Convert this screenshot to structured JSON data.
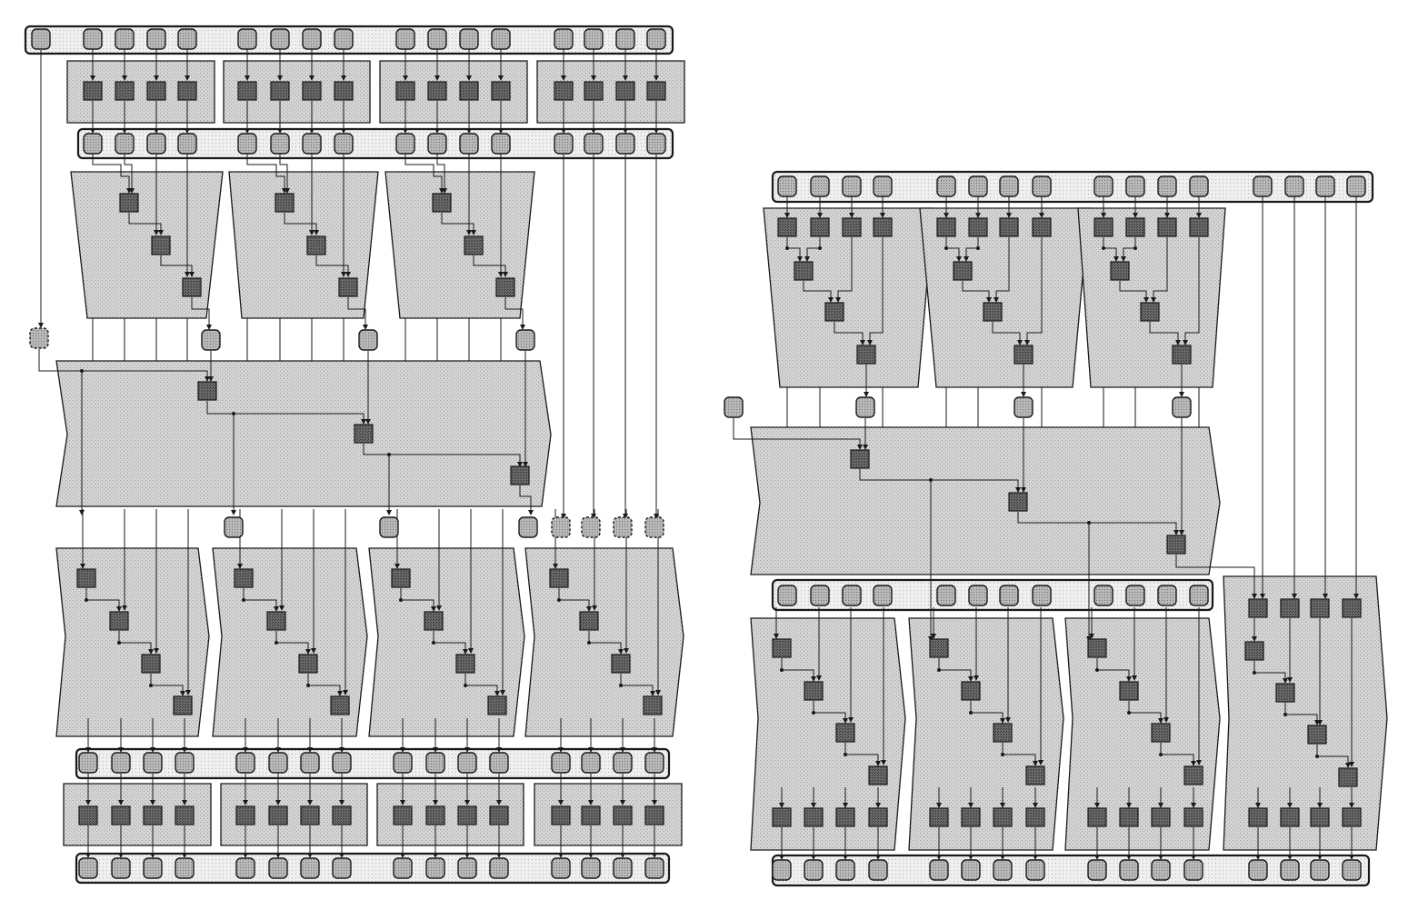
{
  "figure": {
    "description_text": "",
    "colors": {
      "background": "#ffffff",
      "stage_fill": "#d6d6d6",
      "bar_fill": "#ececec",
      "node_fill": "#b5b5b5",
      "op_fill": "#666666",
      "stroke": "#1a1a1a"
    }
  },
  "panels": [
    {
      "id": "left",
      "blocks_per_row": 4,
      "inputs_per_block": 4
    },
    {
      "id": "right",
      "blocks_per_row": 4,
      "inputs_per_block": 4
    }
  ]
}
